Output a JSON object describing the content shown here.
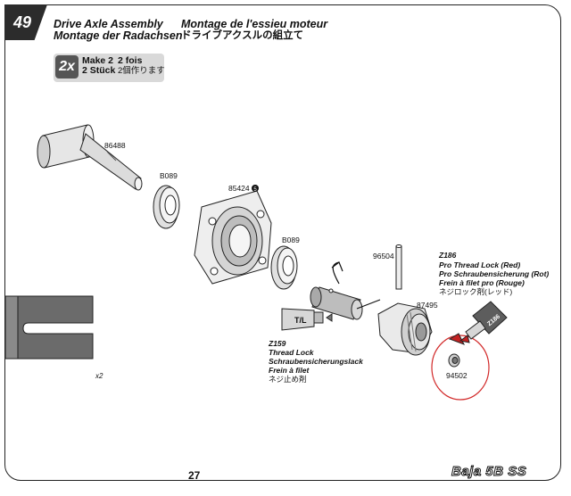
{
  "step": {
    "number": "49"
  },
  "titles": {
    "en": "Drive Axle Assembly",
    "de": "Montage der Radachsen",
    "fr": "Montage de l'essieu moteur",
    "ja": "ドライブアクスルの組立て"
  },
  "make": {
    "badge": "2x",
    "en": "Make 2",
    "de": "2 Stück",
    "fr": "2 fois",
    "ja": "2個作ります"
  },
  "parts": {
    "p86488": "86488",
    "b089_left": "B089",
    "p85424": "85424",
    "p85424_marker": "5",
    "b089_right": "B089",
    "p96504": "96504",
    "p87495": "87495",
    "p94502": "94502"
  },
  "notes": {
    "z159": {
      "code": "Z159",
      "lines": [
        "Thread Lock",
        "Schraubensicherungslack",
        "Frein à filet",
        "ネジ止め剤"
      ],
      "tube_label": "T/L"
    },
    "z186": {
      "code": "Z186",
      "lines": [
        "Pro Thread Lock (Red)",
        "Pro Schraubensicherung (Rot)",
        "Frein à filet pro (Rouge)",
        "ネジロック剤(レッド)"
      ],
      "bottle_label": "Z186"
    }
  },
  "inset": {
    "quantity": "x2"
  },
  "footer": {
    "page": "27",
    "brand": "Baja 5B SS"
  },
  "colors": {
    "highlight_circle": "#d22a2a",
    "step_badge": "#2c2c2c",
    "make_box": "#d9d9d9",
    "inset_part": "#6b6b6b"
  }
}
